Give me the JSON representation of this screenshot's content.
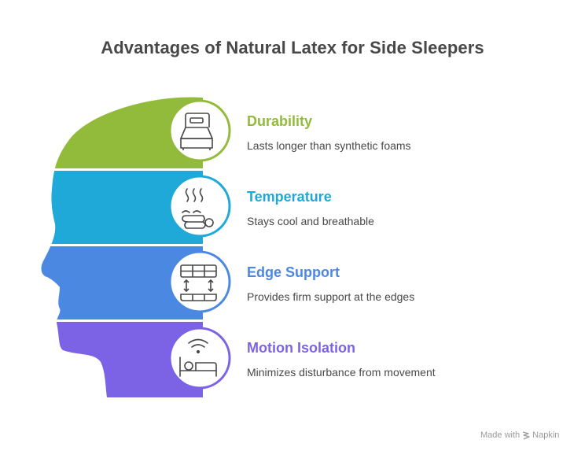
{
  "title": "Advantages of Natural Latex for Side Sleepers",
  "items": [
    {
      "label": "Durability",
      "description": "Lasts longer than synthetic foams",
      "color": "#93bb3b",
      "icon": "bed-icon"
    },
    {
      "label": "Temperature",
      "description": "Stays cool and breathable",
      "color": "#1fa9d8",
      "icon": "heat-sleeper-icon"
    },
    {
      "label": "Edge Support",
      "description": "Provides firm support at the edges",
      "color": "#4a88e2",
      "icon": "edge-support-icon"
    },
    {
      "label": "Motion Isolation",
      "description": "Minimizes disturbance from movement",
      "color": "#7c63e6",
      "icon": "motion-isolation-icon"
    }
  ],
  "footer": {
    "made_with": "Made with",
    "brand": "Napkin"
  }
}
